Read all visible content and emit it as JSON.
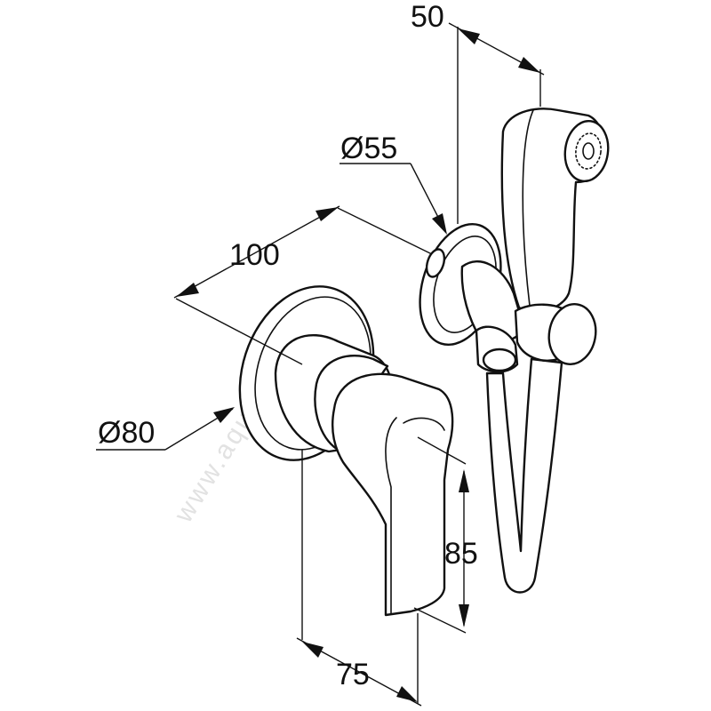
{
  "drawing": {
    "watermark": "www.aquanet.ru",
    "dimensions": {
      "shower_depth": "50",
      "holder_diameter": "Ø55",
      "depth_total": "100",
      "plate_diameter": "Ø80",
      "lever_height": "85",
      "lever_depth": "75"
    }
  }
}
